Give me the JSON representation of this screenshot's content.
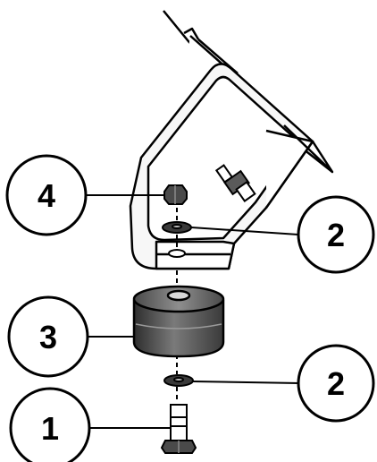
{
  "callouts": {
    "item_1": "1",
    "item_2_upper": "2",
    "item_2_lower": "2",
    "item_3": "3",
    "item_4": "4"
  },
  "colors": {
    "line": "#000000",
    "background": "#ffffff",
    "light_fill": "#f0f0f0",
    "pad_dark": "#3a3a3a",
    "pad_mid": "#6a6a6a"
  }
}
